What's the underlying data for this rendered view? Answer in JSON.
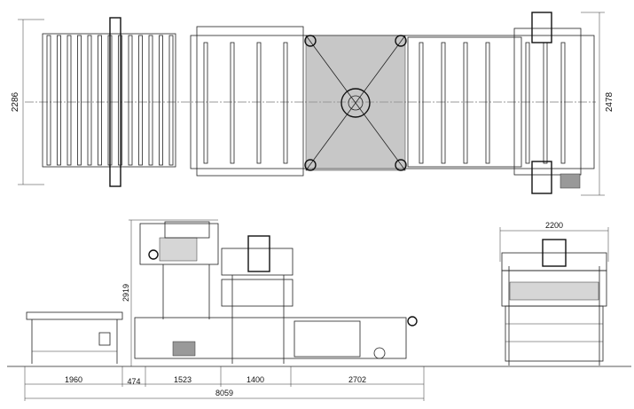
{
  "title": "Machine layout drawing",
  "top_view": {
    "width_dim_left": "2286",
    "width_dim_right": "2478"
  },
  "front_view": {
    "height_dim": "2919",
    "segments": [
      "1960",
      "474",
      "1523",
      "1400",
      "2702"
    ],
    "total_length": "8059"
  },
  "side_view": {
    "width_dim": "2200"
  },
  "colors": {
    "line": "#222222",
    "fill": "#999999",
    "background": "#ffffff"
  }
}
